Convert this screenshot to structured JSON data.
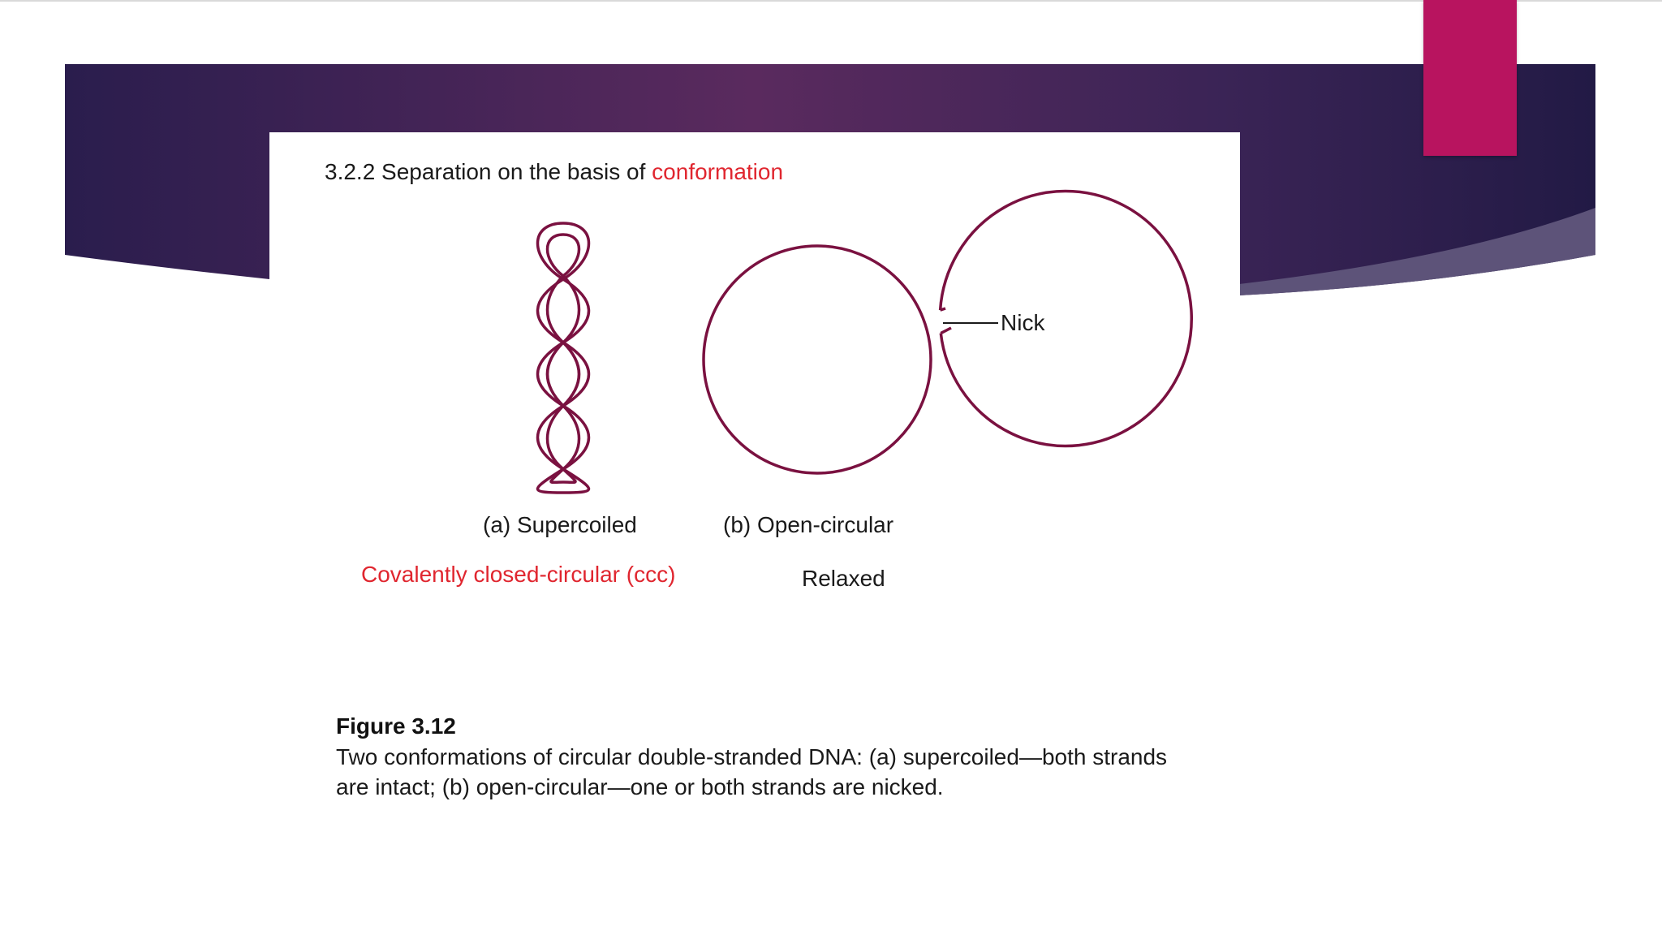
{
  "slide": {
    "colors": {
      "banner_dark": "#2a1d4d",
      "banner_mid": "#5a2a5e",
      "accent": "#b8145f",
      "highlight_text": "#e0262f"
    },
    "heading": {
      "prefix": "3.2.2 Separation on the basis of ",
      "highlight": "conformation"
    },
    "diagram": {
      "nick_label": "Nick",
      "supercoiled_label": "(a) Supercoiled",
      "open_circular_label": "(b) Open-circular",
      "ccc_label": "Covalently closed-circular (ccc)",
      "relaxed_label": "Relaxed",
      "strand_color": "#7a1140"
    },
    "figure": {
      "title": "Figure 3.12",
      "caption": "Two conformations of circular double-stranded DNA: (a) supercoiled—both strands are intact; (b) open-circular—one or both strands are nicked."
    }
  }
}
